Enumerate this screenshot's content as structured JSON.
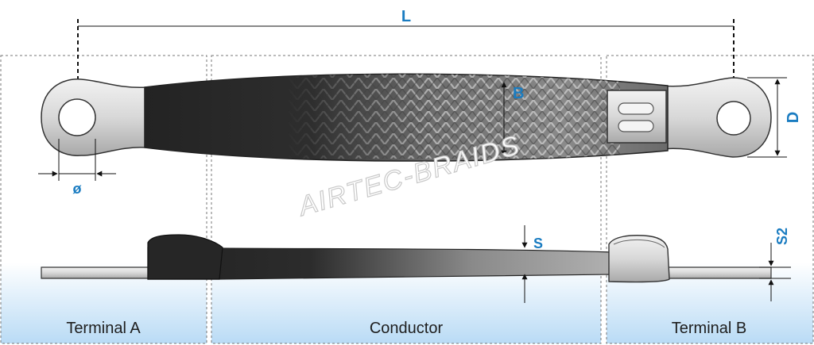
{
  "sections": {
    "terminal_a": "Terminal A",
    "conductor": "Conductor",
    "terminal_b": "Terminal B"
  },
  "dimensions": {
    "length": "L",
    "hole_diameter": "ø",
    "braid_width": "B",
    "terminal_width": "D",
    "thickness": "S",
    "terminal_thickness": "S2"
  },
  "watermark": "AIRTEC-BRAIDS",
  "colors": {
    "dimension_text": "#1a7cc1",
    "panel_gradient_bottom": "#b9dbf5",
    "dark_sleeve": "#2a2a2a",
    "metal": "#d9d9d9"
  }
}
